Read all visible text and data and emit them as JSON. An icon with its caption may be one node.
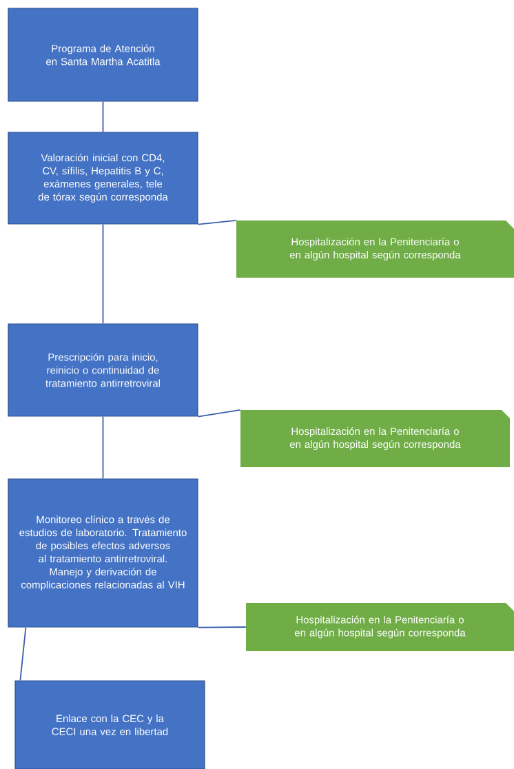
{
  "diagram": {
    "nodes": [
      {
        "text": [
          "Programa de Atención en Santa Martha Acatitla"
        ]
      },
      {
        "text": [
          "Valoración inicial con CD4, CV, sífilis, Hepatitis B y C, exámenes generales, tele de tórax según corresponda"
        ]
      },
      {
        "text": [
          "Hospitalización en la Penitenciaría o en algún hospital según corresponda"
        ]
      },
      {
        "text": [
          "Prescripción para inicio, reinicio o continuidad de tratamiento antirretroviral"
        ]
      },
      {
        "text": [
          "Hospitalización en la Penitenciaría o en algún hospital según corresponda"
        ]
      },
      {
        "text": [
          "Monitoreo clínico a través de estudios de laboratorio. Tratamiento de posibles efectos adversos al tratamiento antirretroviral. Manejo y derivación de complicaciones relacionadas al VIH"
        ]
      },
      {
        "text": [
          "Hospitalización en la Penitenciaría o en algún hospital según corresponda"
        ]
      },
      {
        "text": [
          "Enlace con la CEC y la CECI una vez en libertad"
        ]
      }
    ],
    "edges": [
      {
        "from": 0,
        "to": 1,
        "arrow": "none"
      },
      {
        "from": 1,
        "to": 2,
        "arrow": "none"
      },
      {
        "from": 1,
        "to": 3,
        "arrow": "none"
      },
      {
        "from": 3,
        "to": 4,
        "arrow": "none"
      },
      {
        "from": 3,
        "to": 5,
        "arrow": "none"
      },
      {
        "from": 5,
        "to": 6,
        "arrow": "none"
      },
      {
        "from": 5,
        "to": 7,
        "arrow": "none"
      }
    ]
  }
}
